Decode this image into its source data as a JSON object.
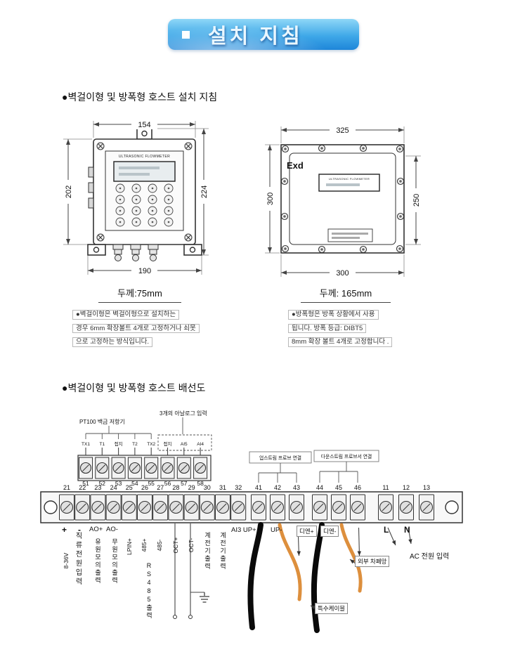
{
  "banner": {
    "title": "설치 지침",
    "accent": "#1e86d9"
  },
  "sections": {
    "install_heading": "●벽걸이형 및 방폭형 호스트 설치 지침",
    "wiring_heading": "●벽걸이형 및 방폭형 호스트 배선도"
  },
  "wall_mount": {
    "device_label": "ULTRASONIC FLOWMETER",
    "dim_top": "154",
    "dim_left": "202",
    "dim_right": "224",
    "dim_bottom": "190",
    "thickness": "두께:75mm",
    "note_lines": [
      "●벽걸이형은 벽걸이형으로 설치하는",
      "경우 6mm 확장볼트 4개로 고정하거나 쇠못",
      "으로 고정하는 방식입니다."
    ]
  },
  "explosion_proof": {
    "marking": "Exd",
    "device_label": "ULTRASONIC FLOWMETER",
    "dim_top": "325",
    "dim_left": "300",
    "dim_right": "250",
    "dim_bottom": "300",
    "thickness": "두께: 165mm",
    "note_lines": [
      "●방폭형은 방폭 상황에서 사용",
      "됩니다. 방폭 등급: DIBT5",
      "8mm 확장 볼트 4개로 고정합니다 ."
    ]
  },
  "wiring": {
    "pt100_label": "PT100 백금 저항기",
    "analog_label": "3개의 아날로그 입력",
    "sensor_pins": [
      "TX1",
      "T1",
      "접지",
      "T2",
      "TX2"
    ],
    "analog_pins": [
      "접지",
      "AI5",
      "AI4"
    ],
    "upper_terminals": [
      "51",
      "52",
      "53",
      "54",
      "55",
      "56",
      "57",
      "58"
    ],
    "upstream_label": "업스트림 프로브 연결",
    "downstream_label": "다운스트림 프로브서 연결",
    "terminal_groups": [
      [
        "21",
        "22",
        "23",
        "24",
        "25",
        "26",
        "27",
        "28",
        "29",
        "30",
        "31",
        "32"
      ],
      [
        "41",
        "42",
        "43"
      ],
      [
        "44",
        "45",
        "46"
      ],
      [
        "11",
        "12",
        "13"
      ]
    ],
    "bottom": {
      "plus": "+",
      "minus": "-",
      "dc_voltage": "8-36V",
      "dc_label": "직류전원입력",
      "ao_plus": "AO+",
      "ao_minus": "AO-",
      "active_out": "유원모의출력",
      "passive_out": "무원모의출력",
      "lpin": "LPIN+",
      "rs485_plus": "485+",
      "rs485_minus": "485-",
      "rs485_label": "RS485출력",
      "oct_plus": "OCT+",
      "oct_minus": "OCT-",
      "relay1": "계전기출력",
      "relay2": "계전기출력",
      "ai3_up": "AI3 UP+",
      "up_minus": "UP-",
      "dn_plus": "디엔+",
      "dn_minus": "디엔-",
      "line": "L",
      "neutral": "N",
      "ac_label": "AC 전원 입력",
      "shield_label": "외부 차폐망",
      "cable_label": "특수케이블"
    }
  }
}
